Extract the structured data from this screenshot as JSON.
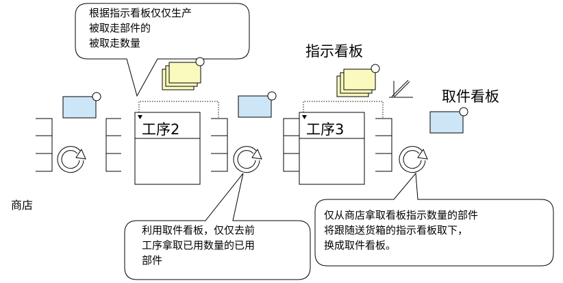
{
  "labels": {
    "instruction_kanban": "指示看板",
    "withdrawal_kanban": "取件看板",
    "store": "商店",
    "process2": "工序2",
    "process3": "工序3"
  },
  "callouts": {
    "top": [
      "根据指示看板仅仅生产",
      "被取走部件的",
      "被取走数量"
    ],
    "bottom_left": [
      "利用取件看板，仅仅去前",
      "工序拿取已用数量的已用",
      "部件"
    ],
    "bottom_right": [
      "仅从商店拿取看板指示数量的部件",
      "将跟随送货箱的指示看板取下，",
      "换成取件看板。"
    ]
  },
  "colors": {
    "withdrawal_card": "#cce6f7",
    "instruction_card": "#fafabf",
    "line": "#000000"
  }
}
